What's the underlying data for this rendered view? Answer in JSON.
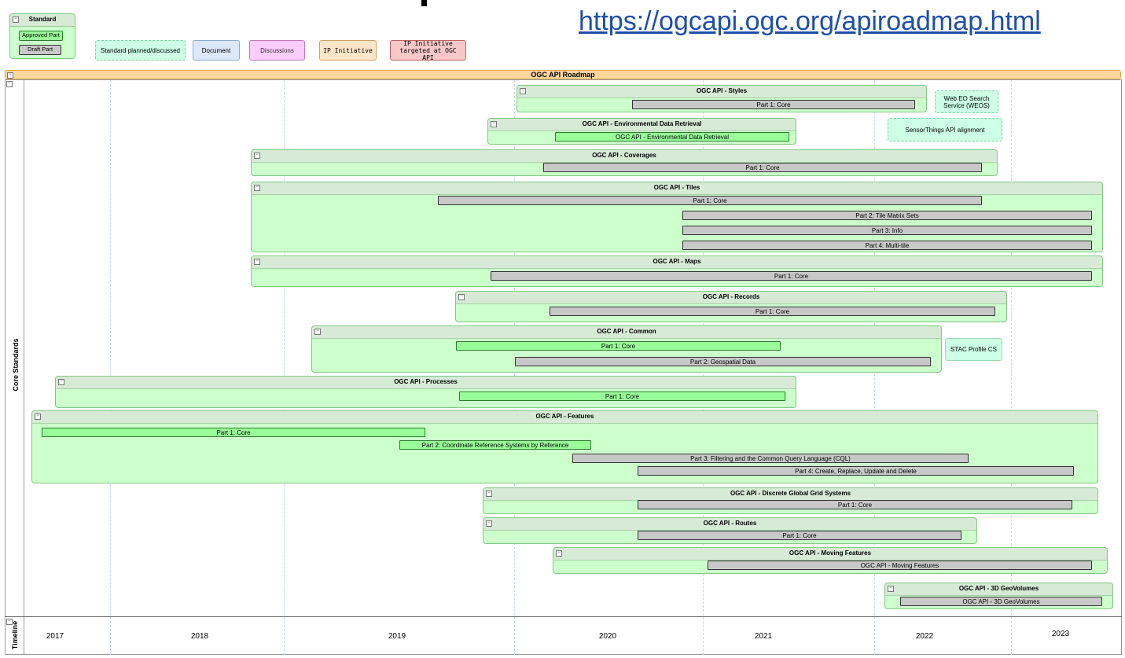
{
  "url": "https://ogcapi.ogc.org/apiroadmap.html",
  "legend": {
    "standard_label": "Standard",
    "approved_part": "Approved Part",
    "draft_part": "Draft Part",
    "planned": "Standard planned/discussed",
    "document": "Document",
    "discussions": "Discussions",
    "ip_initiative": "IP Initiative",
    "ip_initiative_targeted": "IP Initiative targeted at OGC API"
  },
  "roadmap_title": "OGC API Roadmap",
  "core_standards_label": "Core Standards",
  "timeline_label": "Timeline",
  "years": [
    "2017",
    "2018",
    "2019",
    "2020",
    "2021",
    "2022",
    "2023"
  ],
  "groups": {
    "styles": {
      "title": "OGC API - Styles",
      "p1": "Part 1: Core"
    },
    "edr": {
      "title": "OGC API - Environmental Data Retrieval",
      "p1": "OGC API - Environmental Data Retrieval"
    },
    "coverages": {
      "title": "OGC API - Coverages",
      "p1": "Part 1: Core"
    },
    "tiles": {
      "title": "OGC API - Tiles",
      "p1": "Part 1: Core",
      "p2": "Part 2: Tile Matrix Sets",
      "p3": "Part 3: Info",
      "p4": "Part 4: Multi-tile"
    },
    "maps": {
      "title": "OGC API - Maps",
      "p1": "Part 1: Core"
    },
    "records": {
      "title": "OGC API - Records",
      "p1": "Part 1: Core"
    },
    "common": {
      "title": "OGC API - Common",
      "p1": "Part 1: Core",
      "p2": "Part 2: Geospatial Data"
    },
    "processes": {
      "title": "OGC API - Processes",
      "p1": "Part 1: Core"
    },
    "features": {
      "title": "OGC API - Features",
      "p1": "Part 1: Core",
      "p2": "Part 2: Coordinate Reference Systems by Reference",
      "p3": "Part 3: Filtering and the Common Query Language (CQL)",
      "p4": "Part 4: Create, Replace, Update and Delete"
    },
    "dggs": {
      "title": "OGC API - Discrete Global Grid Systems",
      "p1": "Part 1: Core"
    },
    "routes": {
      "title": "OGC API - Routes",
      "p1": "Part 1: Core"
    },
    "moving": {
      "title": "OGC API - Moving Features",
      "p1": "OGC API - Moving Features"
    },
    "geovolumes": {
      "title": "OGC API - 3D GeoVolumes",
      "p1": "OGC API - 3D GeoVolumes"
    }
  },
  "planned": {
    "weos": "Web EO Search Service (WEOS)",
    "sensorthings": "SensorThings API alignment",
    "stac": "STAC Profile CS"
  },
  "colors": {
    "approved": "#99ff99",
    "draft": "#c8c8c8",
    "group_bg": "#ccffcc",
    "roadmap_header": "#fcd79e",
    "planned": "#ccffe6",
    "document": "#dce8fc",
    "discussions": "#ffccff",
    "ip_initiative": "#ffe6c8",
    "ip_targeted": "#f8c8c8"
  }
}
